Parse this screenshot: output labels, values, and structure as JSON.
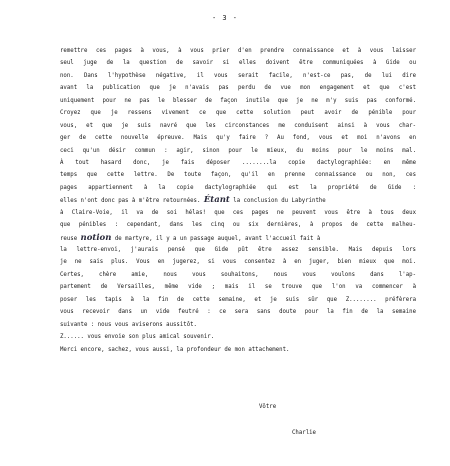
{
  "page_number": "- 3 -",
  "lines": [
    {
      "t": "remettre ces pages à vous, à vous prier d'en prendre connaissance et à vous laisser",
      "j": true
    },
    {
      "t": "seul  juge de la question de savoir si elles doivent être communiquées à Gide ou",
      "j": true
    },
    {
      "t": "non. Dans l'hypothèse négative, il vous serait facile, n'est-ce pas, de lui dire",
      "j": true
    },
    {
      "t": "avant la publication que je n'avais pas perdu de vue mon engagement et que c'est",
      "j": true
    },
    {
      "t": "uniquement pour ne pas le blesser de façon inutile que je ne m'y suis pas conformé.",
      "j": true
    },
    {
      "t": "Croyez que je ressens vivement ce que cette solution peut avoir de pénible pour",
      "j": true
    },
    {
      "t": "vous, et que je suis navré que les circonstances me conduisent ainsi à vous char-",
      "j": true
    },
    {
      "t": "ger de cette nouvelle épreuve. Mais qu'y faire ? Au fond, vous et moi n'avons en",
      "j": true
    },
    {
      "t": "ceci qu'un désir commun : agir, sinon pour le mieux, du moins pour le moins mal.",
      "j": true
    },
    {
      "t": "À tout hasard donc, je fais déposer  ........la copie  dactylographiée: en même",
      "j": true
    },
    {
      "t": "temps que cette lettre. De toute façon, qu'il en prenne connaissance ou non, ces",
      "j": true
    },
    {
      "t": "pages appartiennent à la copie dactylographiée qui est la propriété de Gide :",
      "j": true
    },
    {
      "pre": "elles n'ont donc pas à m'être retournées.  ",
      "hand": "Étant",
      "post": "  la conclusion du Labyrinthe"
    },
    {
      "t": "à Claire-Voie, il va de soi hélas! que ces pages ne peuvent vous être à tous deux",
      "j": true
    },
    {
      "t": "que pénibles : cependant, dans les cinq ou six dernières, à propos de cette malheu-",
      "j": true
    },
    {
      "pre": "reuse ",
      "hand": "notion",
      "post": " de martyre, il y a un passage auquel, avant l'accueil fait à"
    },
    {
      "t": "la lettre-envoi, j'aurais pensé que Gide pût être assez sensible. Mais depuis lors",
      "j": true
    },
    {
      "t": "je ne sais plus. Vous en jugerez, si vous consentez à en juger, bien mieux que moi.",
      "j": true
    },
    {
      "t": "        Certes, chère amie, nous vous souhaitons, nous vous voulons dans l'ap-",
      "j": true
    },
    {
      "t": "partement de Versailles, même vide ; mais il se trouve que l'on va commencer à",
      "j": true
    },
    {
      "t": "poser les tapis à la fin de cette semaine, et je suis sûr que Z........ préfèrera",
      "j": true
    },
    {
      "t": "vous recevoir dans un vide feutré : ce sera sans doute pour la fin de la semaine",
      "j": true
    },
    {
      "t": "suivante : nous vous aviserons aussitôt.",
      "j": false
    },
    {
      "t": "        Z...... vous envoie son plus amical souvenir.",
      "j": false
    },
    {
      "t": "    Merci encore, sachez, vous aussi, la profondeur de mon attachement.",
      "j": false
    }
  ],
  "closing": "Vôtre",
  "signature": "Charlie"
}
